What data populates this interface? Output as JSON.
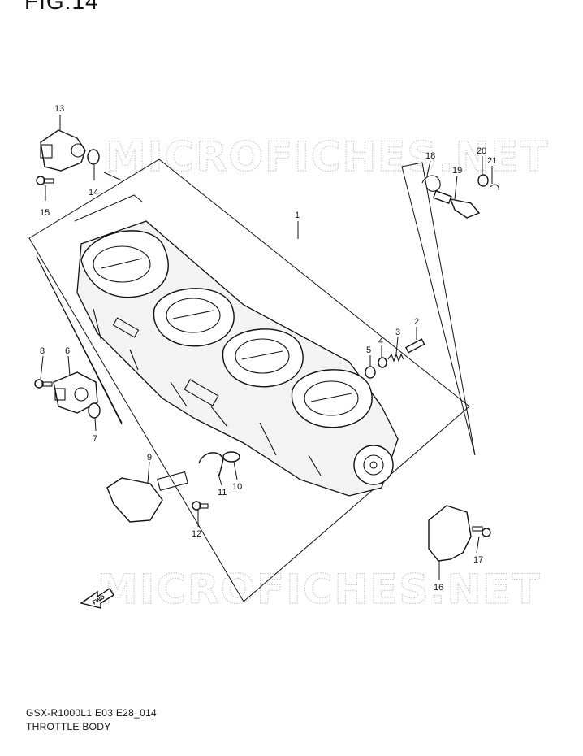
{
  "figure_label": "FIG.14",
  "watermark": "MICROFICHES.NET",
  "model_code": "GSX-R1000L1 E03 E28_014",
  "assembly_name": "THROTTLE BODY",
  "direction_marker": "FWD",
  "callouts": {
    "c1": "1",
    "c2": "2",
    "c3": "3",
    "c4": "4",
    "c5": "5",
    "c6": "6",
    "c7": "7",
    "c8": "8",
    "c9": "9",
    "c10": "10",
    "c11": "11",
    "c12": "12",
    "c13": "13",
    "c14": "14",
    "c15": "15",
    "c16": "16",
    "c17": "17",
    "c18": "18",
    "c19": "19",
    "c20": "20",
    "c21": "21"
  }
}
